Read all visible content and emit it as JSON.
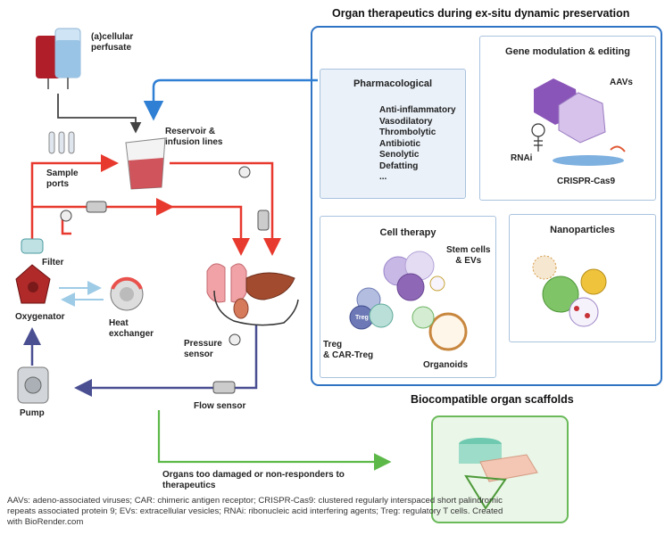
{
  "main_title": "Organ therapeutics during ex-situ dynamic preservation",
  "circuit": {
    "perfusate": "(a)cellular\nperfusate",
    "reservoir": "Reservoir &\ninfusion lines",
    "sample_ports": "Sample\nports",
    "filter": "Filter",
    "oxygenator": "Oxygenator",
    "heat_exchanger": "Heat\nexchanger",
    "pressure_sensor": "Pressure\nsensor",
    "pump": "Pump",
    "flow_sensor": "Flow sensor"
  },
  "panels": {
    "pharmacological": {
      "title": "Pharmacological",
      "agents": [
        "Anti-inflammatory",
        "Vasodilatory",
        "Thrombolytic",
        "Antibiotic",
        "Senolytic",
        "Defatting",
        "..."
      ]
    },
    "gene": {
      "title": "Gene modulation & editing",
      "aavs": "AAVs",
      "rnai": "RNAi",
      "crispr": "CRISPR-Cas9"
    },
    "cell": {
      "title": "Cell therapy",
      "stem": "Stem cells\n& EVs",
      "treg_title": "Treg\n& CAR-Treg",
      "treg_badge": "Treg",
      "organoids": "Organoids"
    },
    "nano": {
      "title": "Nanoparticles"
    }
  },
  "scaffolds_title": "Biocompatible organ scaffolds",
  "damaged_note": "Organs too damaged or non-responders to\ntherapeutics",
  "footer": "AAVs: adeno-associated viruses; CAR: chimeric antigen receptor; CRISPR-Cas9: clustered regularly interspaced short palindromic repeats associated protein 9; EVs: extracellular vesicles; RNAi: ribonucleic acid interfering agents; Treg: regulatory T cells. Created with BioRender.com",
  "colors": {
    "arterial": "#e8392e",
    "venous": "#4a4f92",
    "blue_arrow": "#2f7fd4",
    "green_arrow": "#5cb848",
    "panel_border": "#2f73c4",
    "panel_fill": "#eaf1f9"
  }
}
